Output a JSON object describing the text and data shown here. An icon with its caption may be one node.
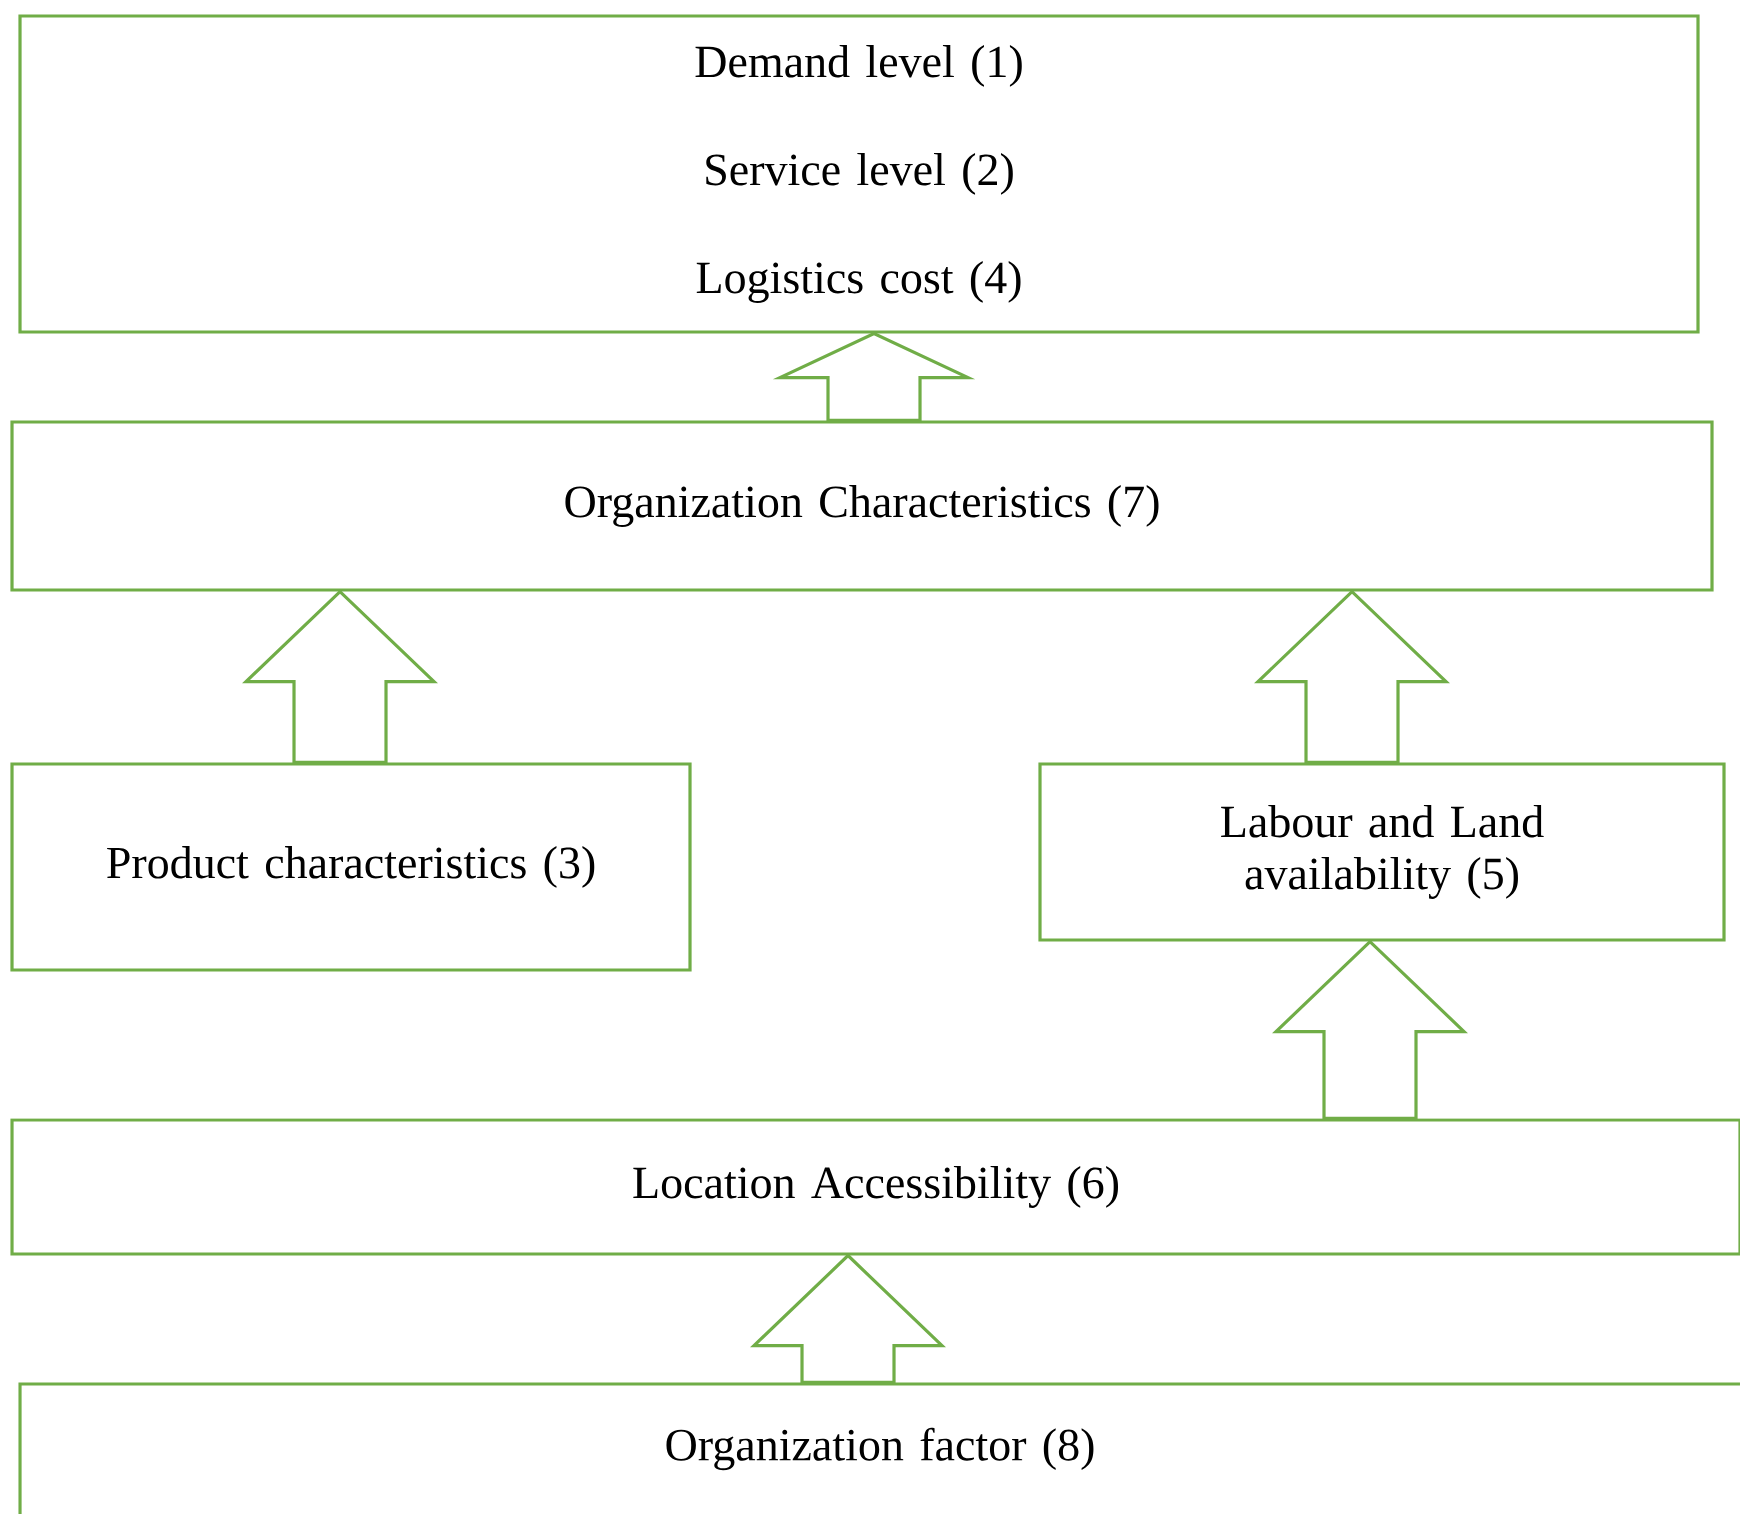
{
  "diagram": {
    "nodes": [
      {
        "text": [
          "Demand level (1)",
          "Service level (2)",
          "Logistics cost (4)"
        ]
      },
      {
        "text": [
          "Organization Characteristics (7)"
        ]
      },
      {
        "text": [
          "Product characteristics (3)"
        ]
      },
      {
        "text": [
          "Labour and Land availability (5)"
        ]
      },
      {
        "text": [
          "Location Accessibility (6)"
        ]
      },
      {
        "text": [
          "Organization factor (8)"
        ]
      }
    ],
    "edges": [
      {
        "from": 1,
        "to": 0,
        "arrow": "to"
      },
      {
        "from": 2,
        "to": 1,
        "arrow": "to"
      },
      {
        "from": 3,
        "to": 1,
        "arrow": "to"
      },
      {
        "from": 4,
        "to": 3,
        "arrow": "to"
      },
      {
        "from": 5,
        "to": 4,
        "arrow": "to"
      }
    ]
  }
}
